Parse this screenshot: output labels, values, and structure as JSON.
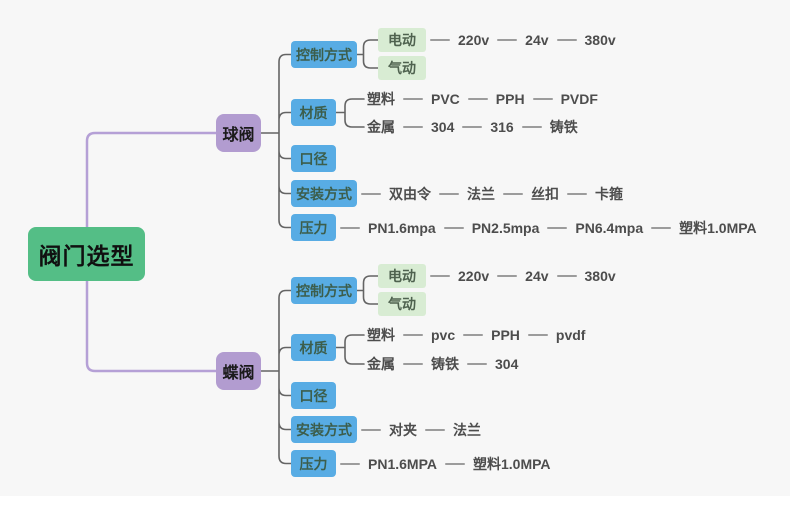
{
  "title": "阀门选型",
  "palette": {
    "background": "#f7f7f7",
    "root_bg": "#54BE86",
    "branch_bg": "#B29CD0",
    "category_bg": "#58ACE4",
    "sub_bg": "#D8ECD3",
    "leaf_text": "#4D4D4D",
    "dash": "#9C9C9C",
    "connector_dark": "#646464",
    "connector_purple": "#B5A0D6"
  },
  "branches": [
    {
      "label": "球阀",
      "categories": [
        {
          "label": "控制方式",
          "subs": [
            {
              "label": "电动",
              "chain": [
                "220v",
                "24v",
                "380v"
              ]
            },
            {
              "label": "气动",
              "chain": []
            }
          ]
        },
        {
          "label": "材质",
          "rows": [
            {
              "head": "塑料",
              "chain": [
                "PVC",
                "PPH",
                "PVDF"
              ]
            },
            {
              "head": "金属",
              "chain": [
                "304",
                "316",
                "铸铁"
              ]
            }
          ]
        },
        {
          "label": "口径"
        },
        {
          "label": "安装方式",
          "chain": [
            "双由令",
            "法兰",
            "丝扣",
            "卡箍"
          ]
        },
        {
          "label": "压力",
          "chain": [
            "PN1.6mpa",
            "PN2.5mpa",
            "PN6.4mpa",
            "塑料1.0MPA"
          ]
        }
      ]
    },
    {
      "label": "蝶阀",
      "categories": [
        {
          "label": "控制方式",
          "subs": [
            {
              "label": "电动",
              "chain": [
                "220v",
                "24v",
                "380v"
              ]
            },
            {
              "label": "气动",
              "chain": []
            }
          ]
        },
        {
          "label": "材质",
          "rows": [
            {
              "head": "塑料",
              "chain": [
                "pvc",
                "PPH",
                "pvdf"
              ]
            },
            {
              "head": "金属",
              "chain": [
                "铸铁",
                "304"
              ]
            }
          ]
        },
        {
          "label": "口径"
        },
        {
          "label": "安装方式",
          "chain": [
            "对夹",
            "法兰"
          ]
        },
        {
          "label": "压力",
          "chain": [
            "PN1.6MPA",
            "塑料1.0MPA"
          ]
        }
      ]
    }
  ]
}
